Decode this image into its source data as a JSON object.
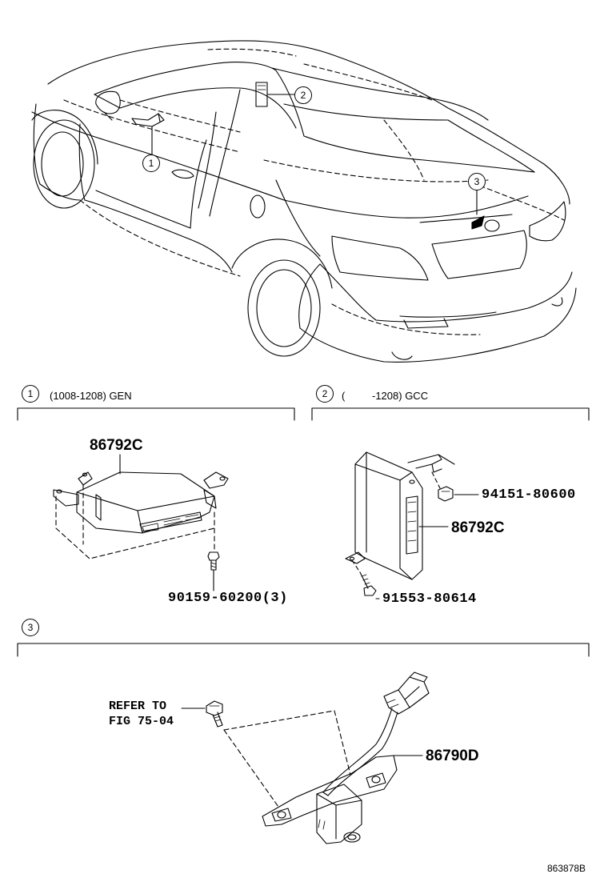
{
  "callouts": [
    "1",
    "2",
    "3"
  ],
  "section1": {
    "number": "1",
    "header": "(1008-1208) GEN",
    "part_main": "86792C",
    "part_bolt": "90159-60200(3)"
  },
  "section2": {
    "number": "2",
    "header_open": "(",
    "header_rest": "-1208) GCC",
    "part_nut": "94151-80600",
    "part_main": "86792C",
    "part_bolt": "91553-80614"
  },
  "section3": {
    "number": "3",
    "refer_line1": "REFER TO",
    "refer_line2": "FIG 75-04",
    "part_camera": "86790D"
  },
  "footer_code": "863878B"
}
